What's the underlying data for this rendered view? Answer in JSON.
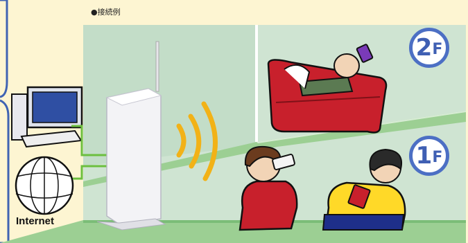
{
  "caption": "●接続例",
  "floors": {
    "upper": {
      "number": "2",
      "suffix": "F"
    },
    "lower": {
      "number": "1",
      "suffix": "F"
    }
  },
  "internet_label": "Internet",
  "colors": {
    "background": "#fdf5d2",
    "room_wall": "#cfe4d2",
    "floor_green": "#9ccf93",
    "badge_blue": "#4c6fc4",
    "cable_green": "#6cbf3f",
    "wifi_orange": "#f2b217",
    "sofa_red": "#c8202c",
    "left_frame_blue": "#3f63b3"
  },
  "icons": [
    "desktop-computer-icon",
    "globe-icon",
    "wireless-router-icon",
    "wifi-waves-icon"
  ]
}
